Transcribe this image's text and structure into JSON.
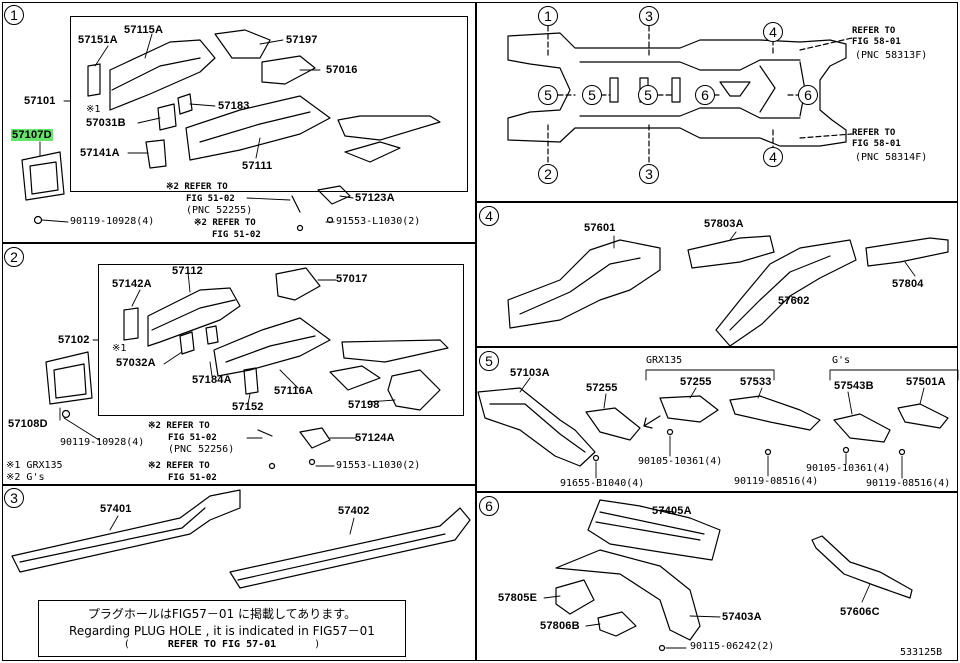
{
  "sections": [
    {
      "number": "1"
    },
    {
      "number": "2"
    },
    {
      "number": "3"
    },
    {
      "number": "4"
    },
    {
      "number": "5"
    },
    {
      "number": "6"
    }
  ],
  "overview": {
    "callouts": [
      "1",
      "3",
      "4",
      "5",
      "5",
      "5",
      "6",
      "6",
      "4",
      "2",
      "3"
    ],
    "refer_top": [
      "REFER TO",
      "FIG 58-01",
      "(PNC 58313F)"
    ],
    "refer_bottom": [
      "REFER TO",
      "FIG 58-01",
      "(PNC 58314F)"
    ]
  },
  "sec1": {
    "labels": [
      "57151A",
      "57115A",
      "57197",
      "57016",
      "57101",
      "57183",
      "57031B",
      "57141A",
      "57111",
      "57107D",
      "57123A",
      "90119-10928(4)",
      "91553-L1030(2)"
    ],
    "marks": [
      "※1"
    ],
    "refer1": [
      "※2 REFER TO",
      "FIG 51-02",
      "(PNC 52255)"
    ],
    "refer2": [
      "※2 REFER TO",
      "FIG 51-02"
    ]
  },
  "sec2": {
    "labels": [
      "57142A",
      "57112",
      "57017",
      "57102",
      "57032A",
      "57184A",
      "57116A",
      "57152",
      "57198",
      "57108D",
      "57124A",
      "90119-10928(4)",
      "91553-L1030(2)"
    ],
    "marks": [
      "※1"
    ],
    "refer1": [
      "※2 REFER TO",
      "FIG 51-02",
      "(PNC 52256)"
    ],
    "refer2": [
      "※2 REFER TO",
      "FIG 51-02"
    ],
    "legend": [
      "※1 GRX135",
      "※2 G's"
    ]
  },
  "sec3": {
    "labels": [
      "57401",
      "57402"
    ]
  },
  "sec4": {
    "labels": [
      "57601",
      "57803A",
      "57602",
      "57804"
    ]
  },
  "sec5": {
    "groups": [
      "GRX135",
      "G's"
    ],
    "labels": [
      "57103A",
      "57255",
      "57255",
      "57533",
      "57543B",
      "57501A",
      "91655-B1040(4)",
      "90105-10361(4)",
      "90119-08516(4)",
      "90105-10361(4)",
      "90119-08516(4)"
    ]
  },
  "sec6": {
    "labels": [
      "57405A",
      "57805E",
      "57806B",
      "57403A",
      "57606C",
      "90115-06242(2)"
    ]
  },
  "note": {
    "jp": "プラグホールはFIG57－01 に掲載してあります。",
    "en": "Regarding PLUG HOLE , it is indicated in FIG57－01",
    "ref_open": "(",
    "ref": "REFER TO FIG 57-01",
    "ref_close": ")"
  },
  "diagram_id": "533125B"
}
